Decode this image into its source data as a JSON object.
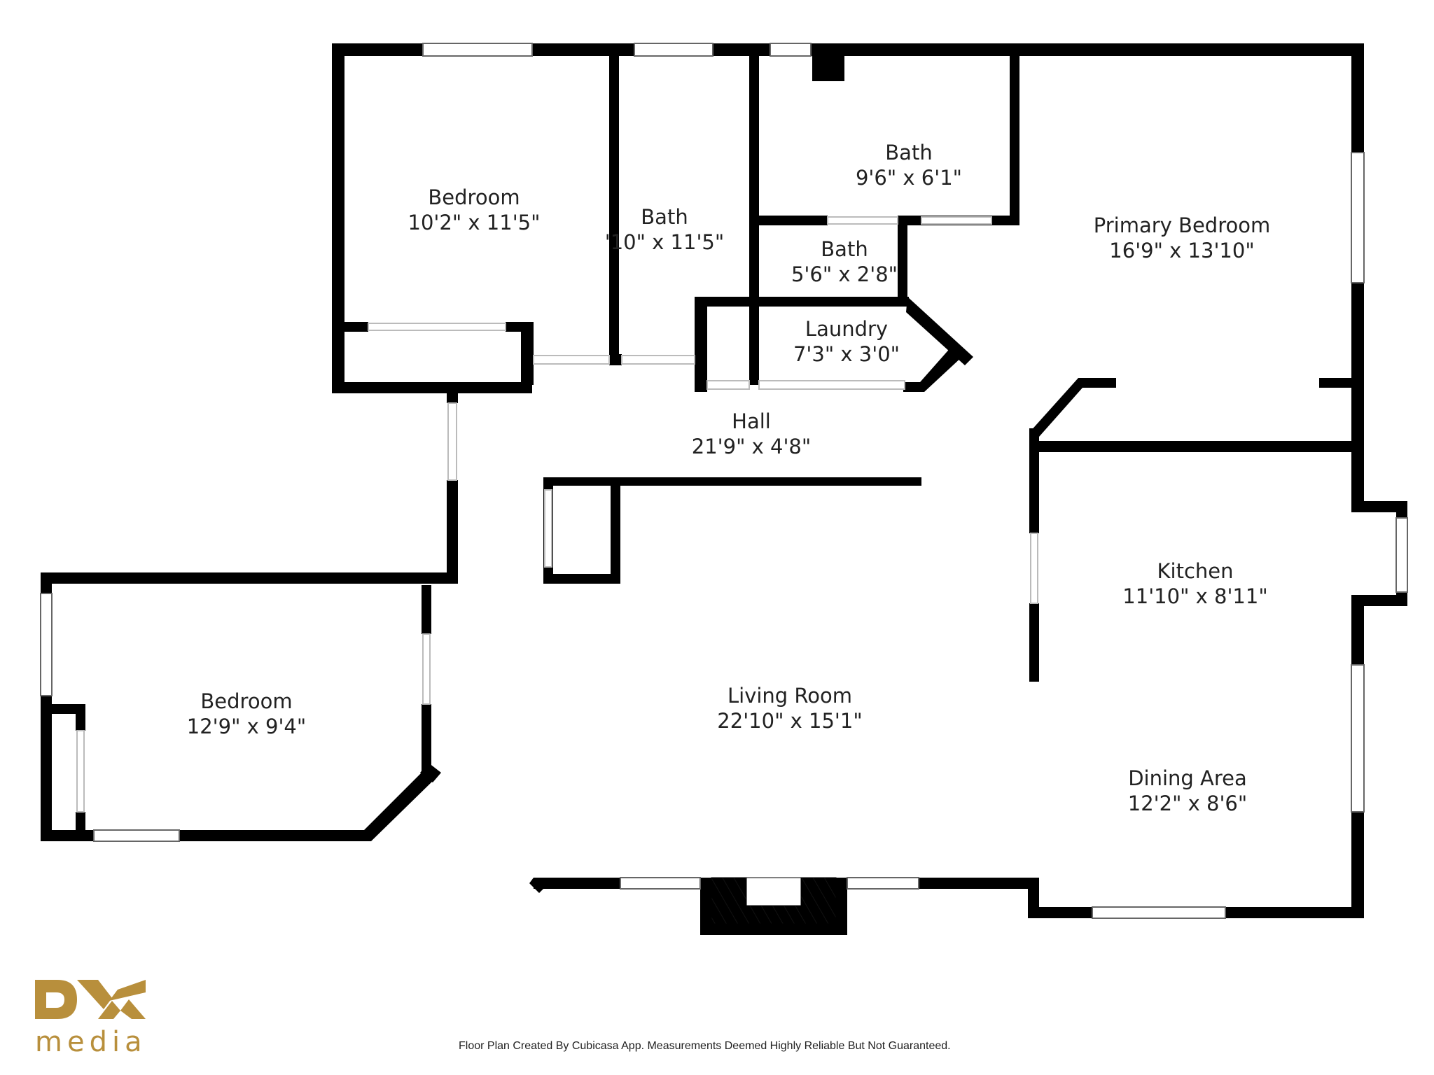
{
  "rooms": [
    {
      "name": "Bedroom",
      "dims": "10'2\" x 11'5\""
    },
    {
      "name": "Bath",
      "dims": "'10\" x 11'5\""
    },
    {
      "name": "Bath",
      "dims": "9'6\" x 6'1\""
    },
    {
      "name": "Primary Bedroom",
      "dims": "16'9\" x 13'10\""
    },
    {
      "name": "Bath",
      "dims": "5'6\" x 2'8\""
    },
    {
      "name": "Laundry",
      "dims": "7'3\" x 3'0\""
    },
    {
      "name": "Hall",
      "dims": "21'9\" x 4'8\""
    },
    {
      "name": "Kitchen",
      "dims": "11'10\" x 8'11\""
    },
    {
      "name": "Bedroom",
      "dims": "12'9\" x 9'4\""
    },
    {
      "name": "Living Room",
      "dims": "22'10\" x 15'1\""
    },
    {
      "name": "Dining Area",
      "dims": "12'2\" x 8'6\""
    }
  ],
  "footer": {
    "disclaimer": "Floor Plan Created By Cubicasa App. Measurements Deemed Highly Reliable But Not Guaranteed."
  },
  "logo": {
    "wordmark": "media",
    "color": "#b88f3c"
  }
}
